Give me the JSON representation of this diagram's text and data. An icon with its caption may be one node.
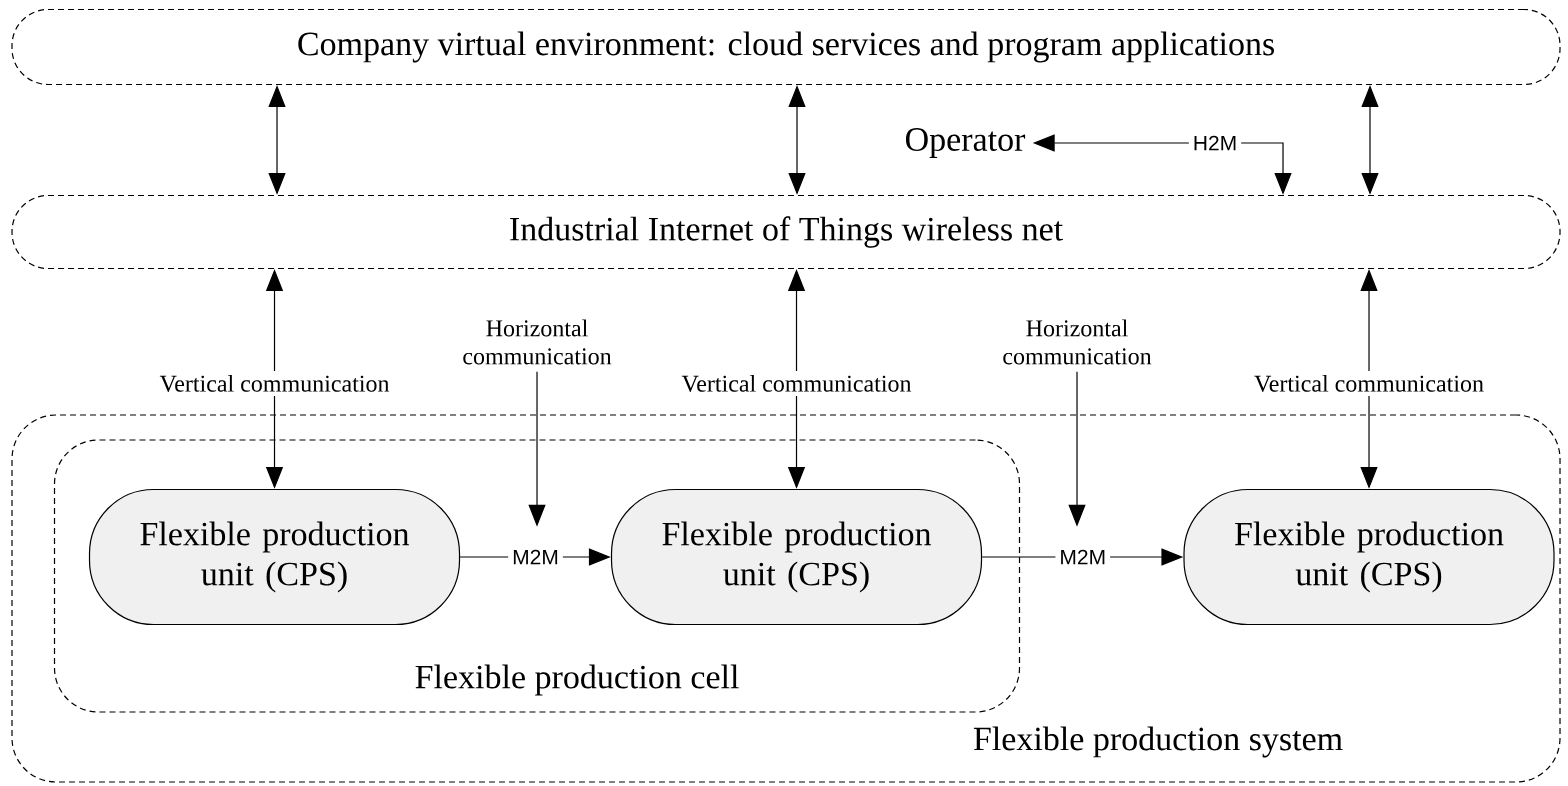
{
  "diagram": {
    "nodes": [
      {
        "text": [
          "Company virtual environment: cloud services and program applications"
        ]
      },
      {
        "text": [
          "Operator"
        ]
      },
      {
        "text": [
          "Industrial Internet of Things wireless net"
        ]
      },
      {
        "text": [
          "Flexible production system"
        ]
      },
      {
        "text": [
          "Flexible production cell"
        ],
        "in": 3
      },
      {
        "text": [
          "Flexible production unit (CPS)"
        ],
        "in": 4
      },
      {
        "text": [
          "Flexible production unit (CPS)"
        ],
        "in": 4
      },
      {
        "text": [
          "Flexible production unit (CPS)"
        ],
        "in": 3
      },
      {
        "text": [
          "Horizontal communication"
        ]
      },
      {
        "text": [
          "Horizontal communication"
        ]
      }
    ],
    "edges": [
      {
        "from": 0,
        "to": 2,
        "arrow": "both"
      },
      {
        "from": 0,
        "to": 2,
        "arrow": "both"
      },
      {
        "from": 0,
        "to": 2,
        "arrow": "both"
      },
      {
        "from": 2,
        "to": 1,
        "arrow": "both",
        "label": "H2M"
      },
      {
        "from": 2,
        "to": 5,
        "arrow": "both",
        "label": "Vertical communication"
      },
      {
        "from": 2,
        "to": 6,
        "arrow": "both",
        "label": "Vertical communication"
      },
      {
        "from": 2,
        "to": 7,
        "arrow": "both",
        "label": "Vertical communication"
      },
      {
        "from": 8,
        "to": null,
        "arrow": "to"
      },
      {
        "from": 9,
        "to": null,
        "arrow": "to"
      },
      {
        "from": 5,
        "to": 6,
        "arrow": "to",
        "label": "M2M"
      },
      {
        "from": 6,
        "to": 7,
        "arrow": "to",
        "label": "M2M"
      }
    ]
  }
}
